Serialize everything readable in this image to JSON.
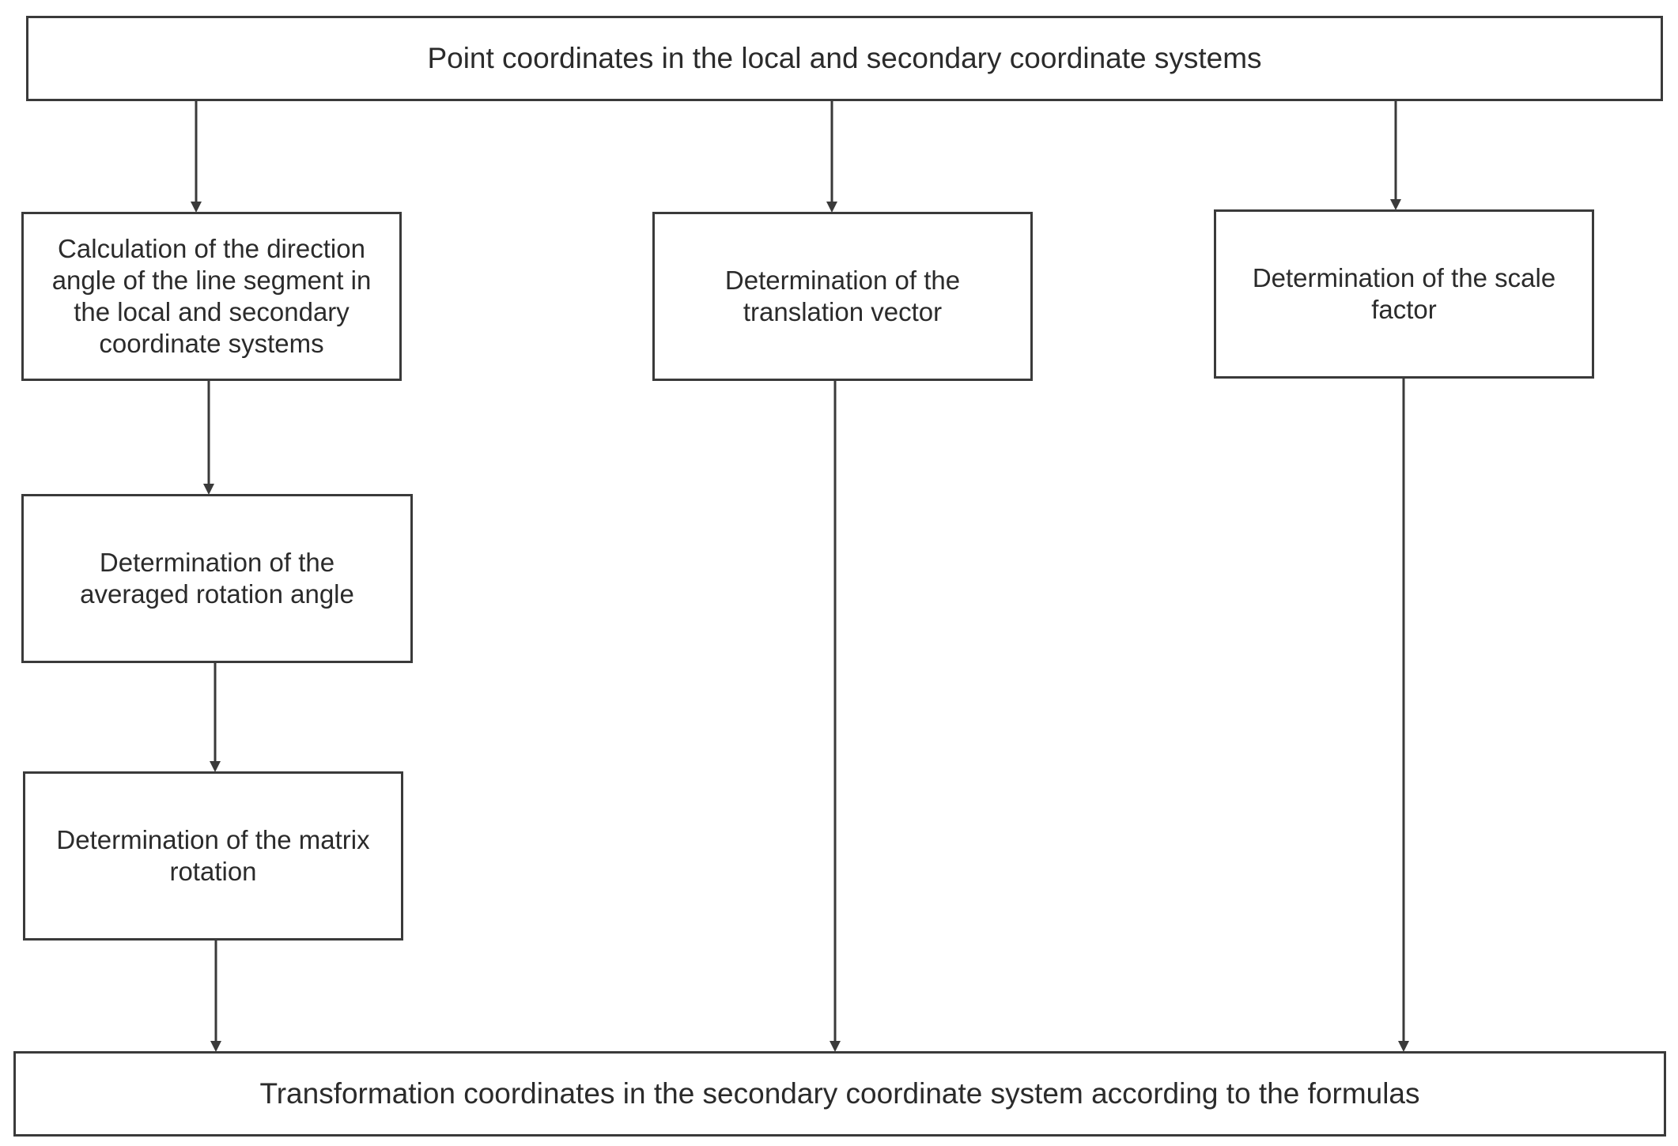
{
  "diagram": {
    "nodes": {
      "top": "Point coordinates in the local and secondary coordinate systems",
      "direction_angle": "Calculation of the direction angle of the line segment in the local and secondary coordinate systems",
      "translation": "Determination of the translation vector",
      "scale": "Determination of the scale factor",
      "rotation_angle": "Determination of the averaged rotation angle",
      "matrix_rotation": "Determination of the matrix rotation",
      "bottom": "Transformation coordinates in the secondary coordinate system according to the formulas"
    },
    "edges": [
      {
        "from": "top",
        "to": "direction_angle"
      },
      {
        "from": "top",
        "to": "translation"
      },
      {
        "from": "top",
        "to": "scale"
      },
      {
        "from": "direction_angle",
        "to": "rotation_angle"
      },
      {
        "from": "rotation_angle",
        "to": "matrix_rotation"
      },
      {
        "from": "matrix_rotation",
        "to": "bottom"
      },
      {
        "from": "translation",
        "to": "bottom"
      },
      {
        "from": "scale",
        "to": "bottom"
      }
    ],
    "line_color": "#3a3a3a"
  }
}
